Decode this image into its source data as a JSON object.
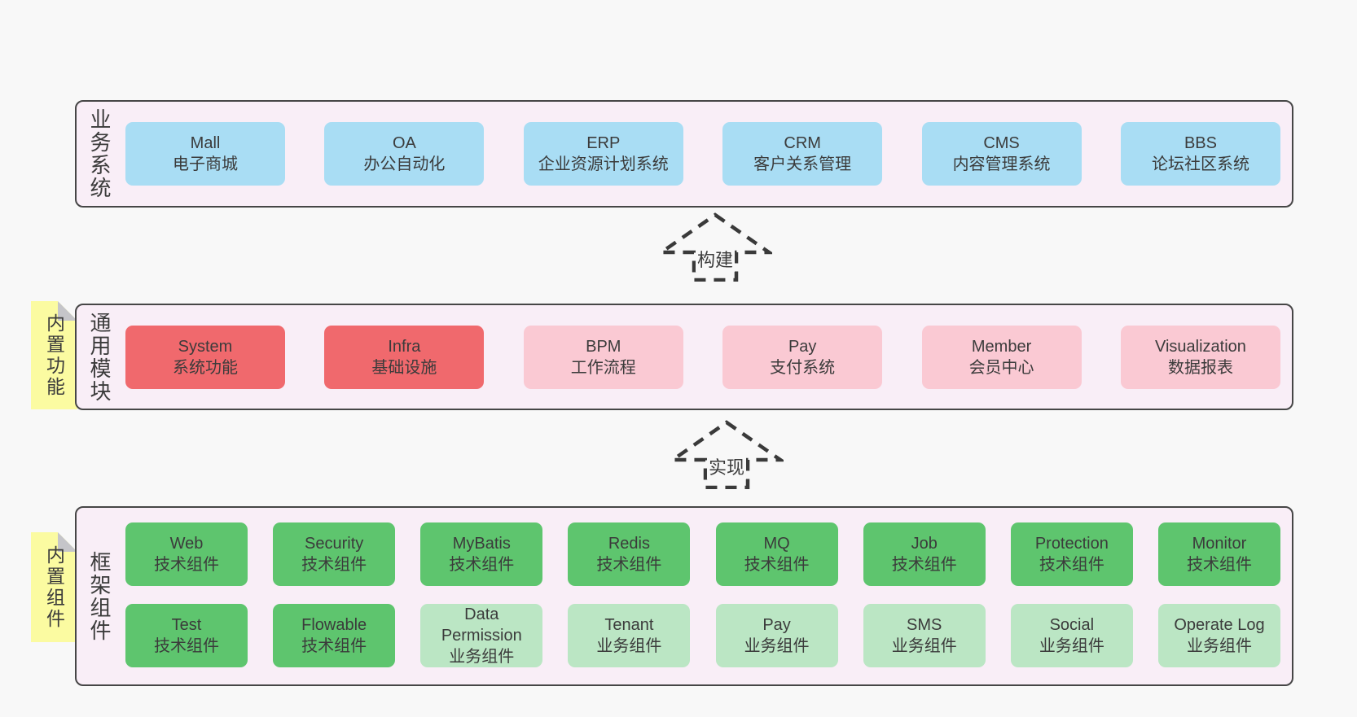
{
  "colors": {
    "bg": "#f8f8f8",
    "panel-bg": "#f9eef7",
    "panel-border": "#464646",
    "text": "#3b3b3b",
    "blue": "#a9ddf4",
    "red": "#f0696d",
    "pink": "#fac9d3",
    "green": "#5ec56e",
    "green-light": "#bbe6c4",
    "yellow": "#fbfba1",
    "fold": "#c5c5c9",
    "arrow": "#3a3a3a"
  },
  "sections": {
    "business": {
      "side_label": "业务系统",
      "items": [
        {
          "title": "Mall",
          "subtitle": "电子商城"
        },
        {
          "title": "OA",
          "subtitle": "办公自动化"
        },
        {
          "title": "ERP",
          "subtitle": "企业资源计划系统"
        },
        {
          "title": "CRM",
          "subtitle": "客户关系管理"
        },
        {
          "title": "CMS",
          "subtitle": "内容管理系统"
        },
        {
          "title": "BBS",
          "subtitle": "论坛社区系统"
        }
      ]
    },
    "modules": {
      "note_label": "内置功能",
      "side_label": "通用模块",
      "items": [
        {
          "title": "System",
          "subtitle": "系统功能",
          "variant": "red"
        },
        {
          "title": "Infra",
          "subtitle": "基础设施",
          "variant": "red"
        },
        {
          "title": "BPM",
          "subtitle": "工作流程",
          "variant": "pink"
        },
        {
          "title": "Pay",
          "subtitle": "支付系统",
          "variant": "pink"
        },
        {
          "title": "Member",
          "subtitle": "会员中心",
          "variant": "pink"
        },
        {
          "title": "Visualization",
          "subtitle": "数据报表",
          "variant": "pink"
        }
      ]
    },
    "components": {
      "note_label": "内置组件",
      "side_label": "框架组件",
      "row1": [
        {
          "title": "Web",
          "subtitle": "技术组件",
          "variant": "green"
        },
        {
          "title": "Security",
          "subtitle": "技术组件",
          "variant": "green"
        },
        {
          "title": "MyBatis",
          "subtitle": "技术组件",
          "variant": "green"
        },
        {
          "title": "Redis",
          "subtitle": "技术组件",
          "variant": "green"
        },
        {
          "title": "MQ",
          "subtitle": "技术组件",
          "variant": "green"
        },
        {
          "title": "Job",
          "subtitle": "技术组件",
          "variant": "green"
        },
        {
          "title": "Protection",
          "subtitle": "技术组件",
          "variant": "green"
        },
        {
          "title": "Monitor",
          "subtitle": "技术组件",
          "variant": "green"
        }
      ],
      "row2": [
        {
          "title": "Test",
          "subtitle": "技术组件",
          "variant": "green"
        },
        {
          "title": "Flowable",
          "subtitle": "技术组件",
          "variant": "green"
        },
        {
          "title": "Data Permission",
          "subtitle": "业务组件",
          "variant": "green-light"
        },
        {
          "title": "Tenant",
          "subtitle": "业务组件",
          "variant": "green-light"
        },
        {
          "title": "Pay",
          "subtitle": "业务组件",
          "variant": "green-light"
        },
        {
          "title": "SMS",
          "subtitle": "业务组件",
          "variant": "green-light"
        },
        {
          "title": "Social",
          "subtitle": "业务组件",
          "variant": "green-light"
        },
        {
          "title": "Operate Log",
          "subtitle": "业务组件",
          "variant": "green-light"
        }
      ]
    }
  },
  "arrows": {
    "build": "构建",
    "implement": "实现"
  }
}
